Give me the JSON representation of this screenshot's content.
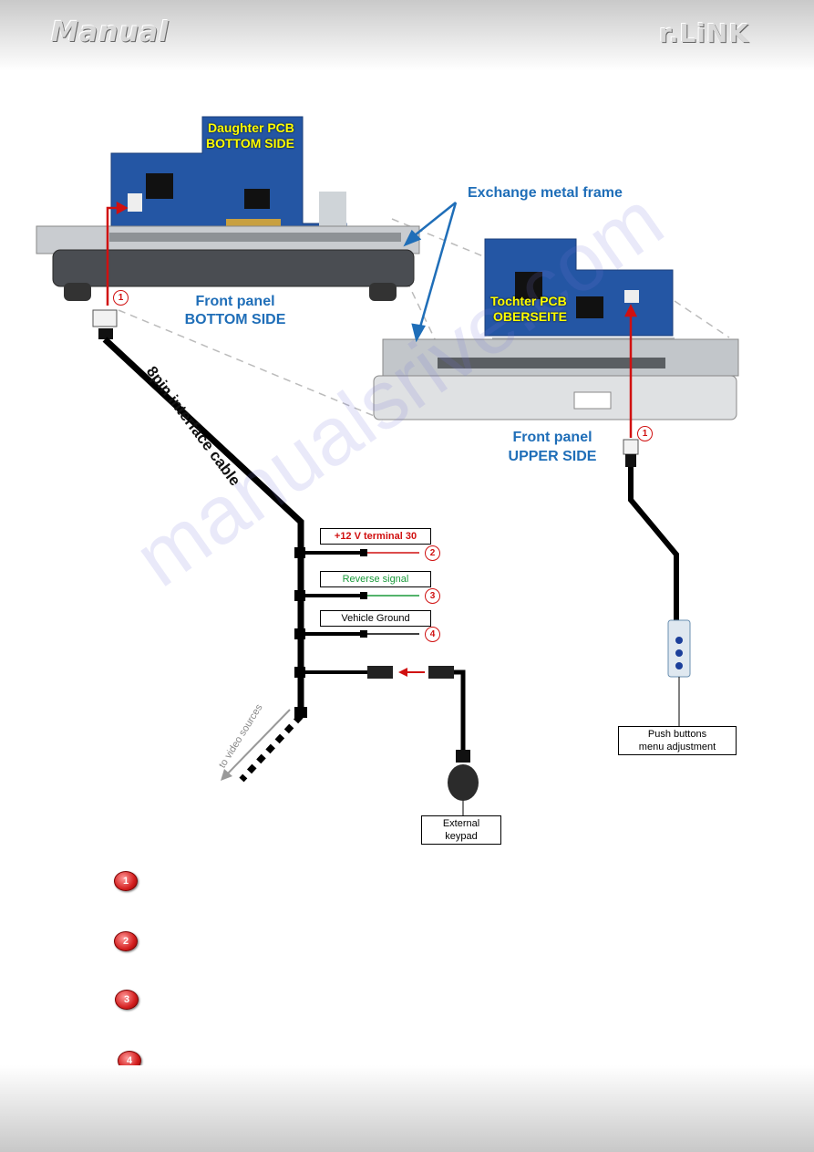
{
  "header": {
    "title": "Manual",
    "brand": "r.LiNK"
  },
  "watermark": "manualsrive.com",
  "labels": {
    "daughter_pcb": [
      "Daughter PCB",
      "BOTTOM  SIDE"
    ],
    "tochter_pcb": [
      "Tochter PCB",
      "OBERSEITE"
    ],
    "exchange_frame": "Exchange metal frame",
    "front_bottom": [
      "Front panel",
      "BOTTOM SIDE"
    ],
    "front_upper": [
      "Front panel",
      "UPPER SIDE"
    ],
    "cable": "8pin interface cable",
    "to_video": "to video sources"
  },
  "wires": [
    {
      "num": "2",
      "label": "+12 V terminal 30",
      "color": "#d01010"
    },
    {
      "num": "3",
      "label": "Reverse signal",
      "color": "#1a9a3a"
    },
    {
      "num": "4",
      "label": "Vehicle Ground",
      "color": "#000000"
    }
  ],
  "boxes": {
    "push_buttons": [
      "Push buttons",
      "menu adjustment"
    ],
    "keypad": [
      "External",
      "keypad"
    ]
  },
  "connector_num": "1",
  "legend": [
    "1",
    "2",
    "3",
    "4"
  ],
  "colors": {
    "pcb": "#2456a4",
    "accent_red": "#d01010",
    "blue_text": "#1f6eb8"
  }
}
